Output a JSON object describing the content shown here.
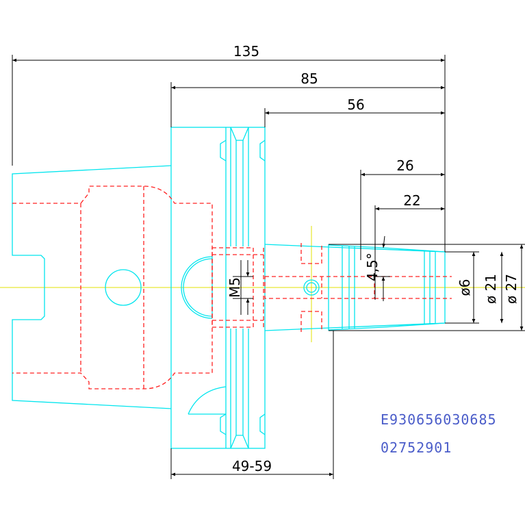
{
  "dimensions": {
    "overall_length": "135",
    "flange_length": "85",
    "body_length": "56",
    "nose_length": "26",
    "taper_length": "22",
    "thread": "M5",
    "angle": "4,5°",
    "bore_diameter": "ø6",
    "nose_diameter": "ø 21",
    "outer_diameter": "ø 27",
    "adjust_range": "49-59"
  },
  "labels": {
    "part_code": "E930656030685",
    "order_number": "02752901"
  },
  "colors": {
    "outline": "#00e5ee",
    "hidden": "#ff2020",
    "centerline": "#e0e000",
    "dimension": "#000000",
    "code_text": "#4a5cc9"
  }
}
